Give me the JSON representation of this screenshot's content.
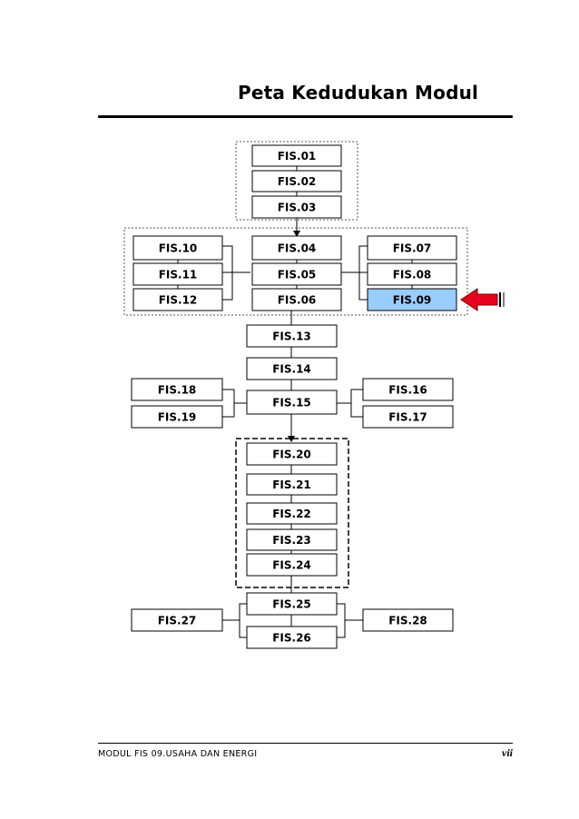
{
  "title": "Peta Kedudukan Modul",
  "footer": {
    "left": "MODUL FIS 09.USAHA DAN ENERGI",
    "right": "vii"
  },
  "colors": {
    "highlight_fill": "#99ccff",
    "arrow": "#e8001c",
    "box_border": "#000000"
  },
  "modules": [
    "FIS.01",
    "FIS.02",
    "FIS.03",
    "FIS.04",
    "FIS.05",
    "FIS.06",
    "FIS.07",
    "FIS.08",
    "FIS.09",
    "FIS.10",
    "FIS.11",
    "FIS.12",
    "FIS.13",
    "FIS.14",
    "FIS.15",
    "FIS.16",
    "FIS.17",
    "FIS.18",
    "FIS.19",
    "FIS.20",
    "FIS.21",
    "FIS.22",
    "FIS.23",
    "FIS.24",
    "FIS.25",
    "FIS.26",
    "FIS.27",
    "FIS.28"
  ],
  "current_module": "FIS.09"
}
